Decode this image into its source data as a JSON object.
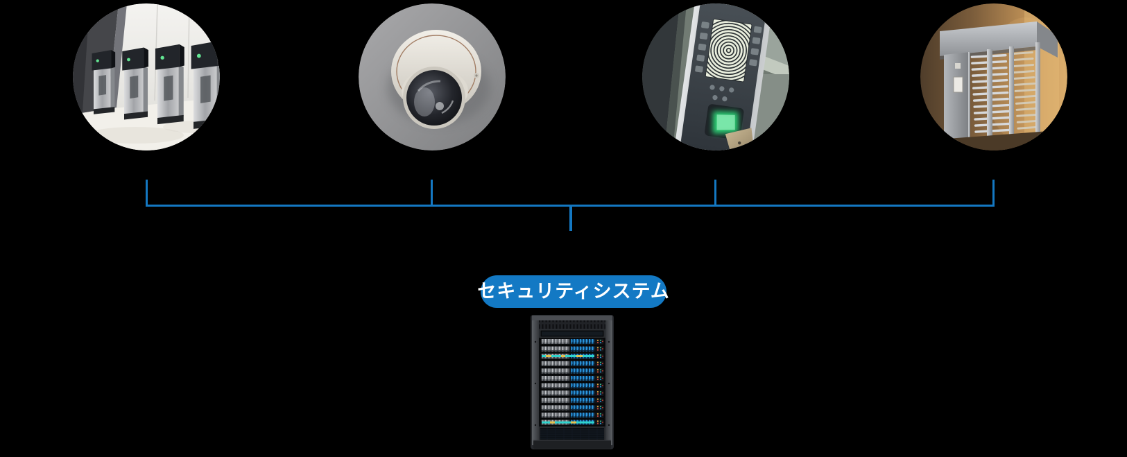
{
  "diagram": {
    "background_color": "#000000",
    "connector_color": "#1478c2",
    "badge": {
      "text": "セキュリティシステム",
      "bg_color": "#1379c4",
      "text_color": "#ffffff"
    },
    "devices": [
      {
        "icon": "entrance-flap-gates-photo"
      },
      {
        "icon": "ceiling-dome-camera-photo"
      },
      {
        "icon": "fingerprint-access-terminal-photo"
      },
      {
        "icon": "full-height-turnstile-photo"
      }
    ],
    "hub": {
      "icon": "server-rack-photo"
    }
  }
}
